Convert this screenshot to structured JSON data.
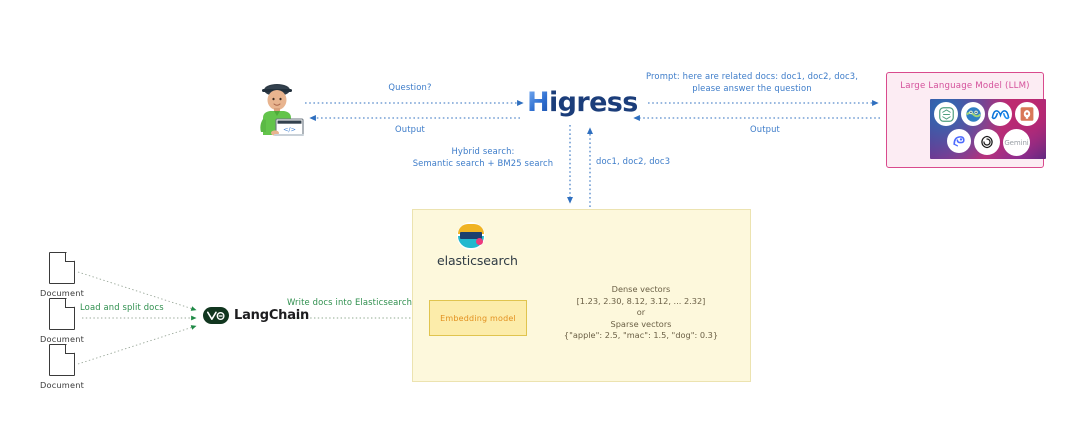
{
  "diagram": {
    "title": "Higress RAG architecture with Elasticsearch and LangChain",
    "background": "#ffffff",
    "colors": {
      "flow_blue": "#3d7cc9",
      "flow_green": "#2f8f4e",
      "elasticsearch_panel": "#fdf8dc",
      "llm_panel": "#fcecf3",
      "llm_border": "#d94a8d",
      "embedding_box": "#fcecaa",
      "embedding_text": "#e2901f",
      "document_outline": "#3a3a3a"
    }
  },
  "nodes": {
    "user": {
      "name": "developer-avatar",
      "icon": "developer-with-laptop-icon",
      "code_glyph": "</>"
    },
    "higress": {
      "logo_first_letter": "H",
      "logo_rest": "igress"
    },
    "llm": {
      "title": "Large Language Model (LLM)",
      "logos": [
        {
          "name": "qwen-logo",
          "glyph": ""
        },
        {
          "name": "ernie-logo",
          "glyph": ""
        },
        {
          "name": "meta-llama-logo",
          "glyph": "∞"
        },
        {
          "name": "anthropic-logo",
          "glyph": ""
        },
        {
          "name": "deepseek-logo",
          "glyph": ""
        },
        {
          "name": "openai-logo",
          "glyph": ""
        },
        {
          "name": "gemini-logo",
          "glyph": "Gemini"
        }
      ]
    },
    "elasticsearch": {
      "name": "elasticsearch"
    },
    "embedding_model": {
      "label": "Embedding model"
    },
    "vectors": {
      "text": "Dense vectors\n[1.23, 2.30, 8.12, 3.12, ... 2.32]\nor\nSparse vectors\n{\"apple\": 2.5, \"mac\": 1.5, \"dog\": 0.3}"
    },
    "langchain": {
      "label": "LangChain"
    },
    "documents": [
      {
        "label": "Document"
      },
      {
        "label": "Document"
      },
      {
        "label": "Document"
      }
    ]
  },
  "edges": {
    "question": {
      "label": "Question?"
    },
    "output_user": {
      "label": "Output"
    },
    "hybrid_search": {
      "label": "Hybrid search:\nSemantic search + BM25 search"
    },
    "docs_back": {
      "label": "doc1, doc2, doc3"
    },
    "prompt": {
      "label": "Prompt: here are related docs: doc1, doc2, doc3,\nplease answer the question"
    },
    "output_llm": {
      "label": "Output"
    },
    "load_split": {
      "label": "Load and split docs"
    },
    "write_docs": {
      "label": "Write docs into Elasticsearch"
    }
  }
}
